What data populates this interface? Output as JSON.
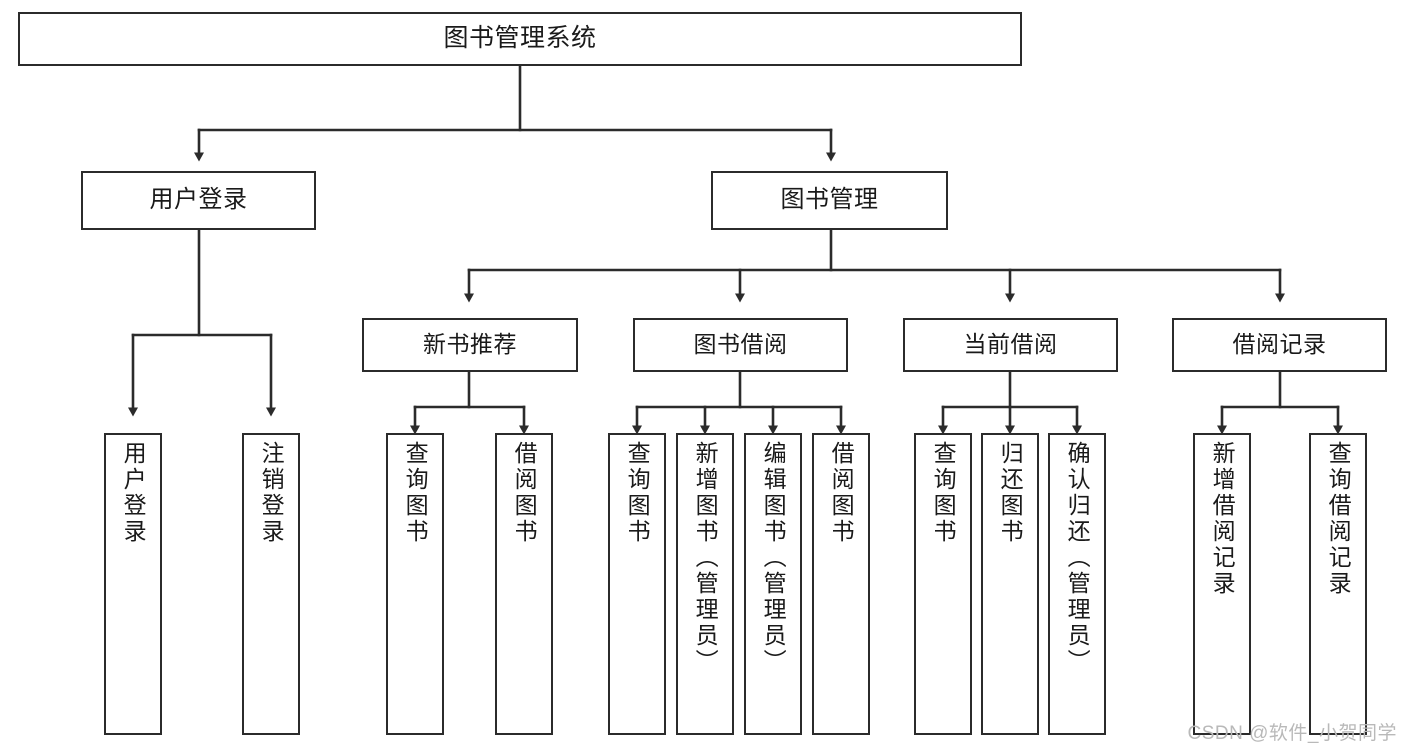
{
  "diagram": {
    "type": "tree",
    "title": "图书管理系统",
    "root": {
      "label": "图书管理系统"
    },
    "level2": [
      {
        "label": "用户登录"
      },
      {
        "label": "图书管理"
      }
    ],
    "level3": [
      {
        "label": "新书推荐"
      },
      {
        "label": "图书借阅"
      },
      {
        "label": "当前借阅"
      },
      {
        "label": "借阅记录"
      }
    ],
    "leaves": {
      "user_login": [
        {
          "label": "用户登录"
        },
        {
          "label": "注销登录"
        }
      ],
      "new_book_recommend": [
        {
          "label": "查询图书"
        },
        {
          "label": "借阅图书"
        }
      ],
      "book_borrow": [
        {
          "label": "查询图书"
        },
        {
          "label": "新增图书（管理员）"
        },
        {
          "label": "编辑图书（管理员）"
        },
        {
          "label": "借阅图书"
        }
      ],
      "current_borrow": [
        {
          "label": "查询图书"
        },
        {
          "label": "归还图书"
        },
        {
          "label": "确认归还（管理员）"
        }
      ],
      "borrow_record": [
        {
          "label": "新增借阅记录"
        },
        {
          "label": "查询借阅记录"
        }
      ]
    },
    "colors": {
      "stroke": "#2b2b2b",
      "fill": "#ffffff",
      "text": "#1a1a1a",
      "watermark": "#b9b9b9"
    }
  },
  "watermark": {
    "text": "CSDN @软件_小贺同学"
  }
}
